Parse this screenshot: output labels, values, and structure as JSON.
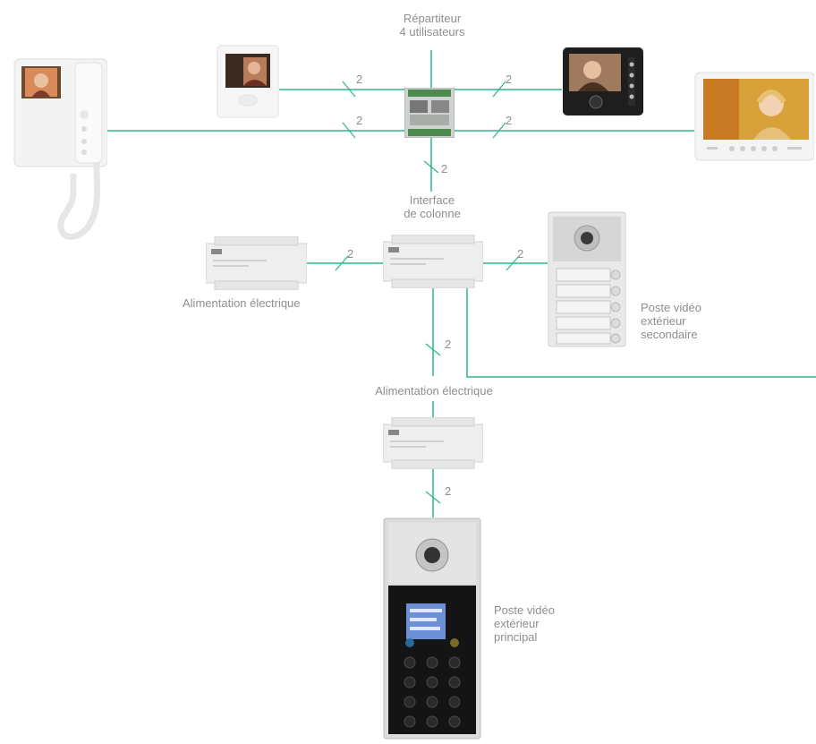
{
  "labels": {
    "repartiteur_line1": "Répartiteur",
    "repartiteur_line2": "4 utilisateurs",
    "interface_line1": "Interface",
    "interface_line2": "de colonne",
    "alim_left": "Alimentation électrique",
    "alim_center": "Alimentation électrique",
    "poste_secondaire_line1": "Poste vidéo",
    "poste_secondaire_line2": "extérieur",
    "poste_secondaire_line3": "secondaire",
    "poste_principal_line1": "Poste vidéo",
    "poste_principal_line2": "extérieur",
    "poste_principal_line3": "principal"
  },
  "wire_counts": {
    "small_monitor_link": "2",
    "black_monitor_link": "2",
    "handset_monitor_link": "2",
    "wide_monitor_link": "2",
    "repartiteur_to_interface": "2",
    "alim_to_interface": "2",
    "interface_to_secondary": "2",
    "interface_to_alim": "2",
    "alim_to_main_panel": "2"
  },
  "colors": {
    "wire": "#2bb58f",
    "text": "#8e8e8e",
    "device_light": "#ececec",
    "device_dark": "#1e1e1e"
  },
  "icons": {
    "handset_monitor": "handset-video-monitor-icon",
    "small_monitor": "compact-video-monitor-icon",
    "black_monitor": "black-video-monitor-icon",
    "wide_monitor": "wide-video-monitor-icon",
    "din_module": "din-rail-module-icon",
    "door_panel": "door-panel-icon"
  }
}
